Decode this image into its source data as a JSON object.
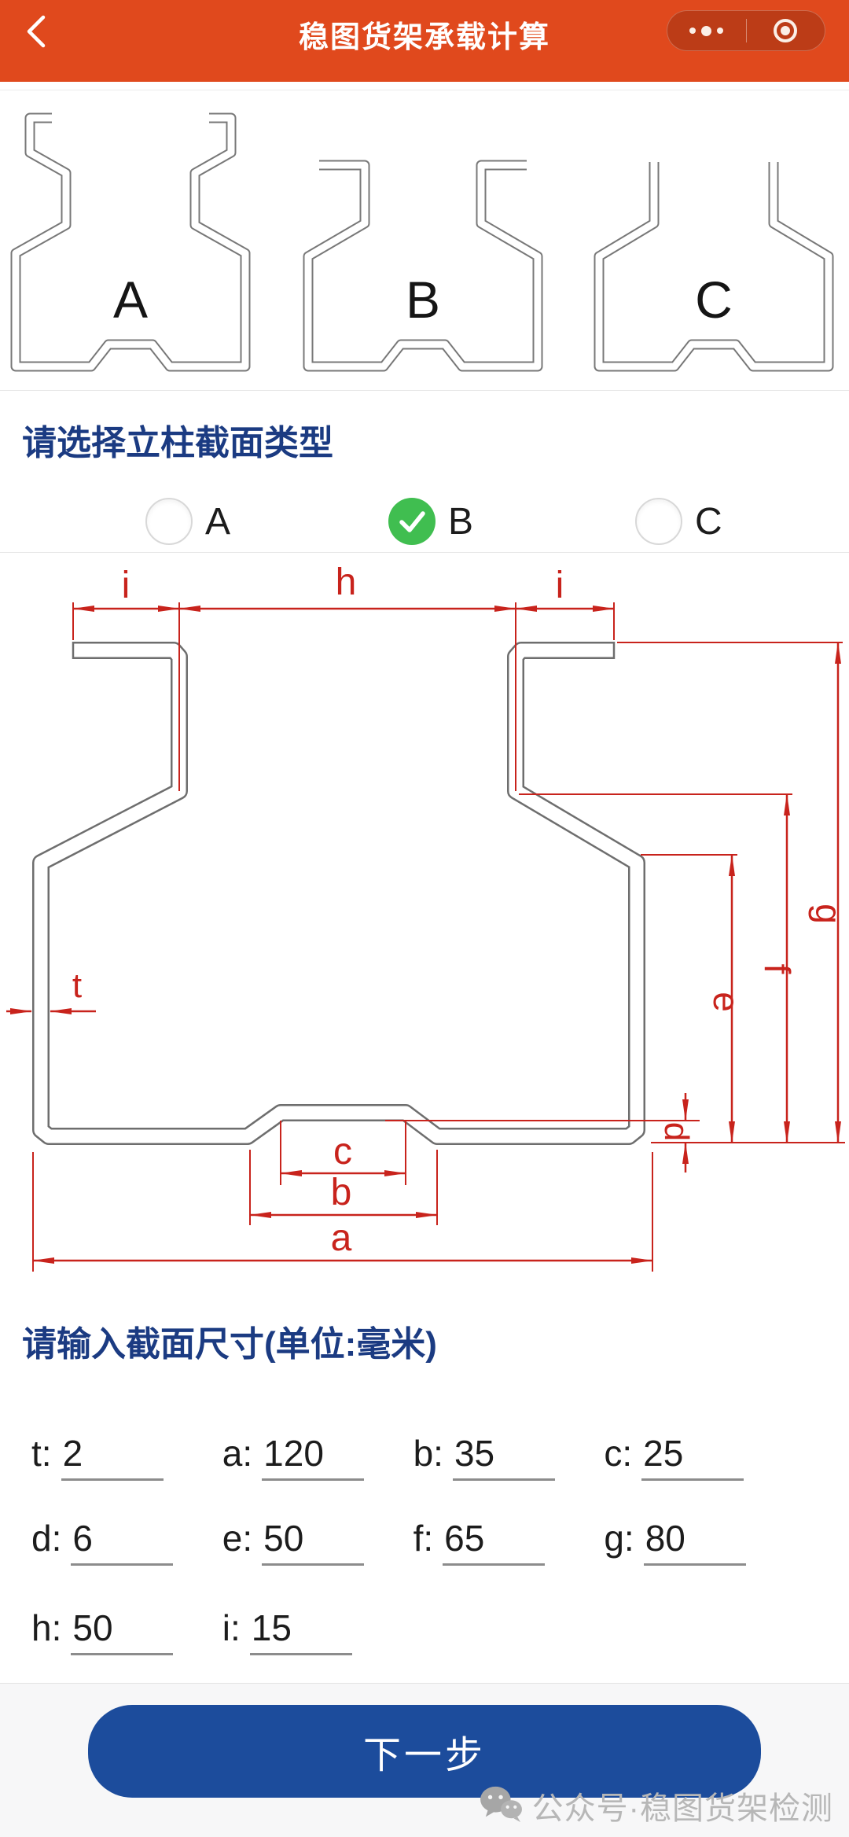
{
  "header": {
    "title": "稳图货架承载计算",
    "icons": {
      "back": "chevron-left",
      "menu": "ellipsis-dots",
      "capsule_home": "target-circle"
    }
  },
  "colors": {
    "brand_orange": "#E0491D",
    "brand_blue": "#1C4C9C",
    "title_blue": "#1B3B82",
    "accent_green": "#40BE50",
    "accent_red": "#C8231C"
  },
  "profiles": {
    "items": [
      {
        "label": "A"
      },
      {
        "label": "B"
      },
      {
        "label": "C"
      }
    ]
  },
  "select_section": {
    "title": "请选择立柱截面类型",
    "options": [
      {
        "label": "A",
        "checked": false
      },
      {
        "label": "B",
        "checked": true
      },
      {
        "label": "C",
        "checked": false
      }
    ]
  },
  "diagram": {
    "labels": {
      "i_left": "i",
      "h": "h",
      "i_right": "i",
      "t": "t",
      "a": "a",
      "b": "b",
      "c": "c",
      "d": "d",
      "e": "e",
      "f": "f",
      "g": "g"
    }
  },
  "input_section": {
    "title": "请输入截面尺寸(单位:毫米)",
    "fields": [
      {
        "label": "t:",
        "value": "2"
      },
      {
        "label": "a:",
        "value": "120"
      },
      {
        "label": "b:",
        "value": "35"
      },
      {
        "label": "c:",
        "value": "25"
      },
      {
        "label": "d:",
        "value": "6"
      },
      {
        "label": "e:",
        "value": "50"
      },
      {
        "label": "f:",
        "value": "65"
      },
      {
        "label": "g:",
        "value": "80"
      },
      {
        "label": "h:",
        "value": "50"
      },
      {
        "label": "i:",
        "value": "15"
      }
    ]
  },
  "footer": {
    "next_label": "下一步",
    "watermark": "公众号·稳图货架检测",
    "watermark_icon": "wechat-logo"
  }
}
